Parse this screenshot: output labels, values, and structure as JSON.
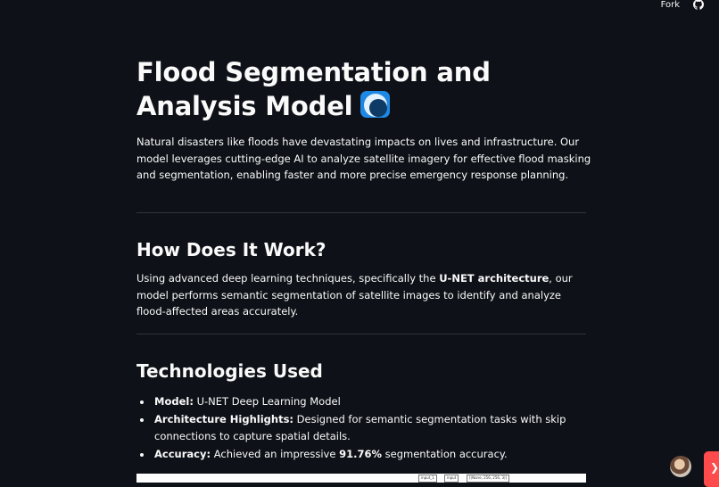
{
  "header": {
    "fork_label": "Fork",
    "github_icon": "github-icon"
  },
  "main": {
    "title": "Flood Segmentation and Analysis Model",
    "title_icon": "water-wave-icon",
    "intro": "Natural disasters like floods have devastating impacts on lives and infrastructure. Our model leverages cutting-edge AI to analyze satellite imagery for effective flood masking and segmentation, enabling faster and more precise emergency response planning.",
    "how_heading": "How Does It Work?",
    "how_text_before": "Using advanced deep learning techniques, specifically the ",
    "how_text_bold": "U-NET architecture",
    "how_text_after": ", our model performs semantic segmentation of satellite images to identify and analyze flood-affected areas accurately.",
    "tech_heading": "Technologies Used",
    "tech_items": [
      {
        "label": "Model:",
        "text": " U-NET Deep Learning Model"
      },
      {
        "label": "Architecture Highlights:",
        "text": " Designed for semantic segmentation tasks with skip connections to capture spatial details."
      },
      {
        "label": "Accuracy:",
        "text_before": " Achieved an impressive ",
        "text_bold": "91.76%",
        "text_after": " segmentation accuracy."
      }
    ]
  },
  "diagram_strip": {
    "labels": [
      "input_1",
      "input",
      "[(None, 256, 256, 3)]"
    ]
  },
  "floating": {
    "avatar_icon": "user-avatar",
    "side_tab_icon": "streamlit-badge-icon"
  }
}
